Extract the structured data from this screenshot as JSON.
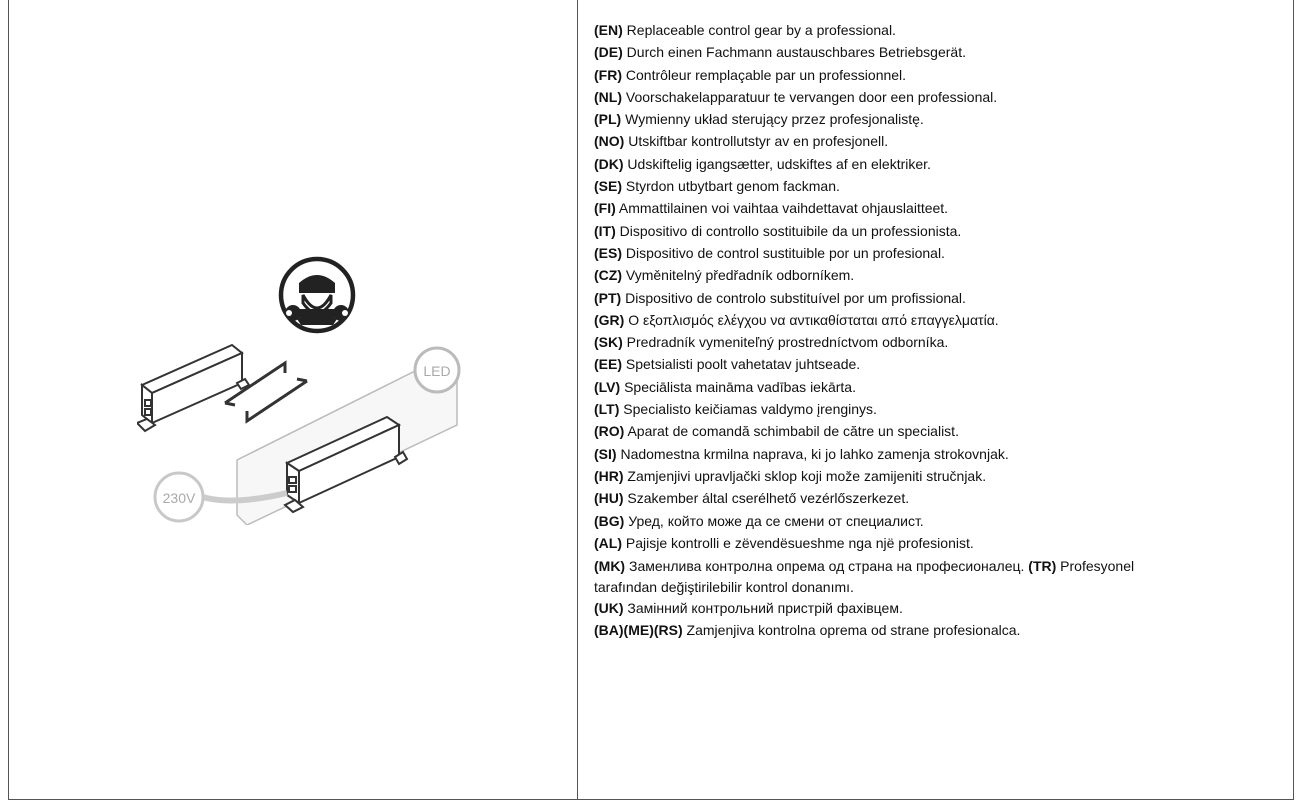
{
  "illustration": {
    "voltage_label": "230V",
    "led_label": "LED",
    "icons": [
      "technician-icon",
      "wrench-icon",
      "control-gear-box",
      "swap-arrows"
    ]
  },
  "lines": [
    {
      "code": "(EN)",
      "text": " Replaceable control gear by a professional."
    },
    {
      "code": "(DE)",
      "text": " Durch einen Fachmann austauschbares Betriebsgerät."
    },
    {
      "code": "(FR)",
      "text": " Contrôleur remplaçable par un professionnel."
    },
    {
      "code": "(NL)",
      "text": " Voorschakelapparatuur te vervangen door een professional."
    },
    {
      "code": "(PL)",
      "text": " Wymienny układ sterujący przez profesjonalistę."
    },
    {
      "code": "(NO)",
      "text": " Utskiftbar kontrollutstyr av en profesjonell."
    },
    {
      "code": "(DK)",
      "text": " Udskiftelig igangsætter, udskiftes af en elektriker."
    },
    {
      "code": "(SE)",
      "text": " Styrdon utbytbart genom fackman."
    },
    {
      "code": "(FI)",
      "text": " Ammattilainen voi vaihtaa vaihdettavat ohjauslaitteet."
    },
    {
      "code": "(IT)",
      "text": " Dispositivo di controllo sostituibile da un professionista."
    },
    {
      "code": "(ES)",
      "text": " Dispositivo de control sustituible por un profesional."
    },
    {
      "code": "(CZ)",
      "text": " Vyměnitelný předřadník odborníkem."
    },
    {
      "code": "(PT)",
      "text": " Dispositivo de controlo substituível por um profissional."
    },
    {
      "code": "(GR)",
      "text": " Ο εξοπλισμός ελέγχου να αντικαθίσταται από επαγγελματία."
    },
    {
      "code": "(SK)",
      "text": " Predradník vymeniteľný prostredníctvom odborníka."
    },
    {
      "code": "(EE)",
      "text": " Spetsialisti poolt vahetatav juhtseade."
    },
    {
      "code": "(LV)",
      "text": " Speciālista maināma vadības iekārta."
    },
    {
      "code": "(LT)",
      "text": " Specialisto keičiamas valdymo įrenginys."
    },
    {
      "code": "(RO)",
      "text": " Aparat de comandă schimbabil de către un specialist."
    },
    {
      "code": "(SI)",
      "text": " Nadomestna krmilna naprava, ki jo lahko zamenja strokovnjak."
    },
    {
      "code": "(HR)",
      "text": " Zamjenjivi upravljački sklop koji može zamijeniti stručnjak."
    },
    {
      "code": "(HU)",
      "text": " Szakember által cserélhető vezérlőszerkezet."
    },
    {
      "code": "(BG)",
      "text": " Уред, който може да се смени от специалист."
    },
    {
      "code": "(AL)",
      "text": " Pajisje kontrolli e zëvendësueshme nga një profesionist."
    }
  ],
  "wrapped": {
    "mk_code": "(MK)",
    "mk_text": " Заменлива контролна опрема од страна на професионалец. ",
    "tr_code": "(TR)",
    "tr_text": " Profesyonel tarafından değiştirilebilir kontrol donanımı."
  },
  "tail_lines": [
    {
      "code": "(UK)",
      "text": " Замінний контрольний пристрій фахівцем."
    },
    {
      "code": "(BA)(ME)(RS)",
      "text": " Zamjenjiva kontrolna oprema od strane profesionalca."
    }
  ]
}
